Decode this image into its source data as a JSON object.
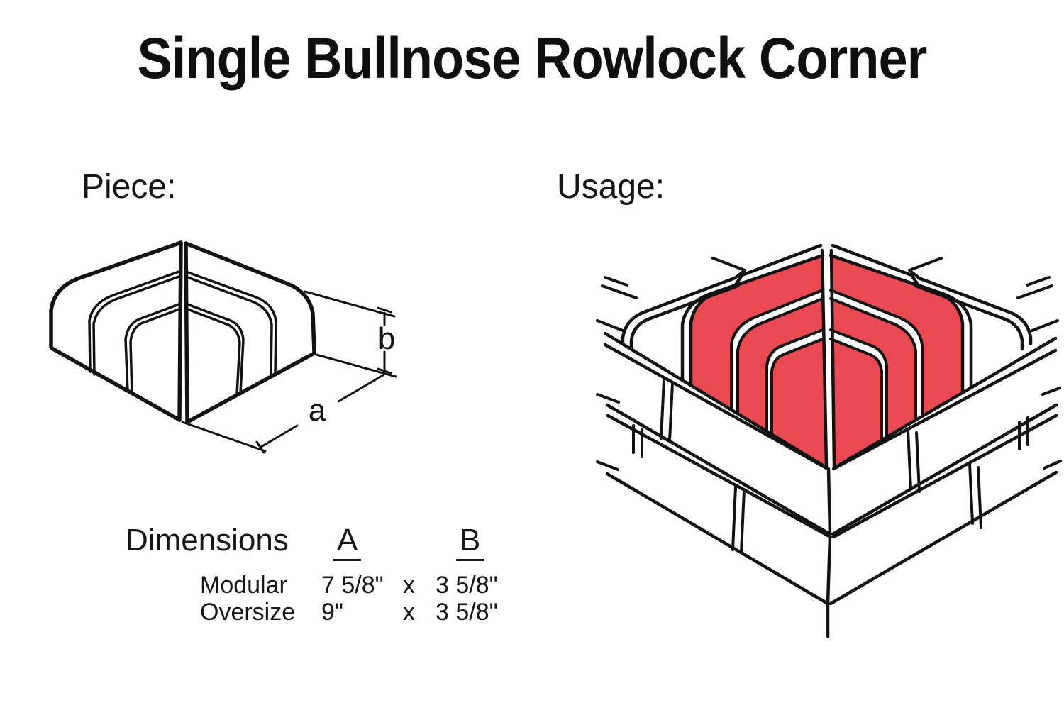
{
  "title": "Single Bullnose Rowlock Corner",
  "piece_section": {
    "label": "Piece:",
    "dim_a_label": "a",
    "dim_b_label": "b"
  },
  "usage_section": {
    "label": "Usage:"
  },
  "dimensions_table": {
    "heading": "Dimensions",
    "col_a_label": "A",
    "col_b_label": "B",
    "rows": [
      {
        "name": "Modular",
        "a_value": "7 5/8\"",
        "separator": "x",
        "b_value": "3 5/8\""
      },
      {
        "name": "Oversize",
        "a_value": "9\"",
        "separator": "x",
        "b_value": "3 5/8\""
      }
    ]
  },
  "colors": {
    "highlight_red": "#E94950",
    "line_color": "#121212",
    "background": "#FFFFFF"
  }
}
